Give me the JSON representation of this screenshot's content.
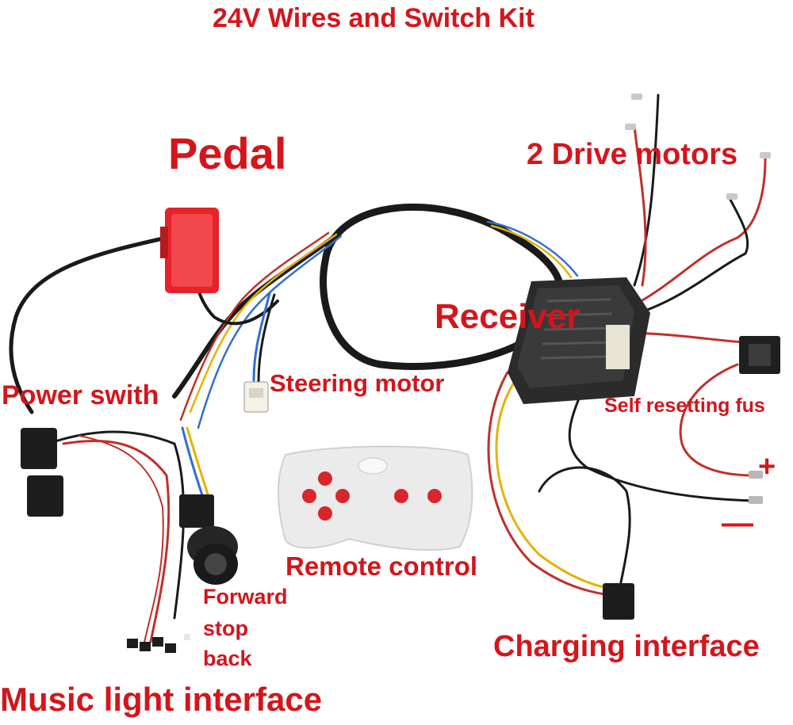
{
  "diagram": {
    "title": "24V Wires and Switch Kit",
    "labels": {
      "pedal": "Pedal",
      "drive_motors": "2 Drive motors",
      "receiver": "Receiver",
      "power_switch": "Power swith",
      "steering_motor": "Steering motor",
      "fuse": "Self resetting fus",
      "plus": "+",
      "minus": "—",
      "remote_control": "Remote control",
      "forward": "Forward",
      "stop": "stop",
      "back": "back",
      "charging_interface": "Charging interface",
      "music_light_interface": "Music light interface"
    },
    "colors": {
      "label_red": "#d4151b",
      "pedal_red": "#e8222a",
      "receiver_body": "#2b2b2b",
      "remote_body": "#ebebeb",
      "remote_button": "#d8262c",
      "wire_black": "#1a1a1a",
      "wire_red": "#c0302a",
      "wire_yellow": "#e8b100",
      "wire_blue": "#2f6fd0"
    }
  }
}
